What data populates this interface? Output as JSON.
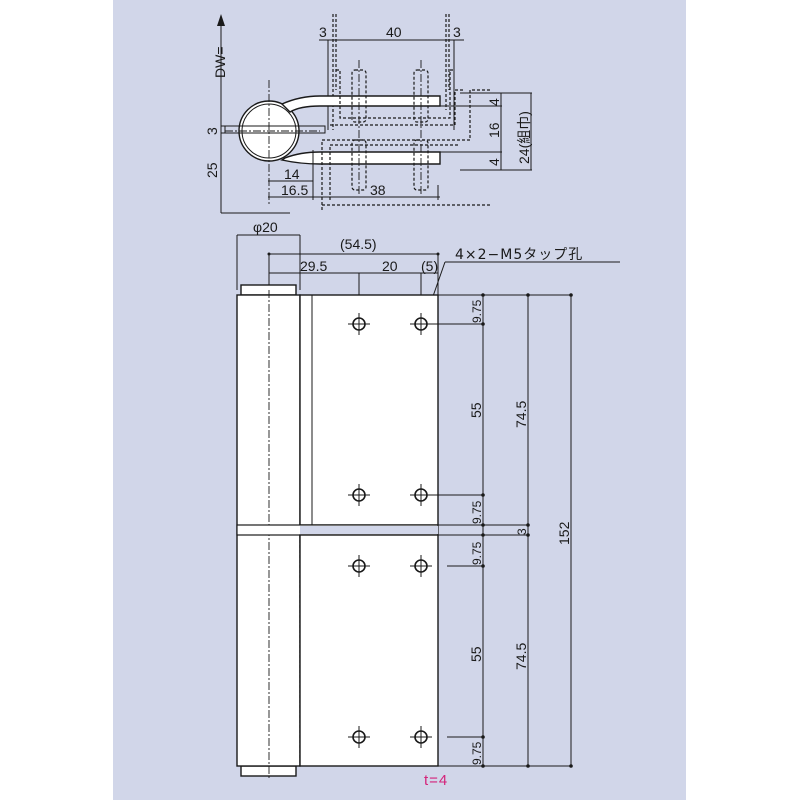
{
  "drawing": {
    "colors": {
      "background": "#d1d6e9",
      "line": "#1a1a1a",
      "accent": "#d4237a"
    },
    "plan_view": {
      "dw_label": "DW=",
      "left_3": "3",
      "left_25": "25",
      "top_3_left": "3",
      "top_40": "40",
      "top_3_right": "3",
      "right_4_top": "4",
      "right_16": "16",
      "right_4_bottom": "4",
      "right_24": "24(組巾)",
      "bottom_14": "14",
      "bottom_16_5": "16.5",
      "bottom_38": "38"
    },
    "elevation_view": {
      "phi20": "φ20",
      "overall_545": "(54.5)",
      "dim_29_5": "29.5",
      "dim_20": "20",
      "dim_5": "(5)",
      "tap_note": "4×2−M5タップ孔",
      "upper": {
        "top_975": "9.75",
        "pitch_55": "55",
        "bottom_975": "9.75",
        "leaf_745": "74.5"
      },
      "gap_3": "3",
      "lower": {
        "top_975": "9.75",
        "pitch_55": "55",
        "bottom_975": "9.75",
        "leaf_745": "74.5"
      },
      "total_152": "152",
      "thickness": "t=4"
    }
  }
}
